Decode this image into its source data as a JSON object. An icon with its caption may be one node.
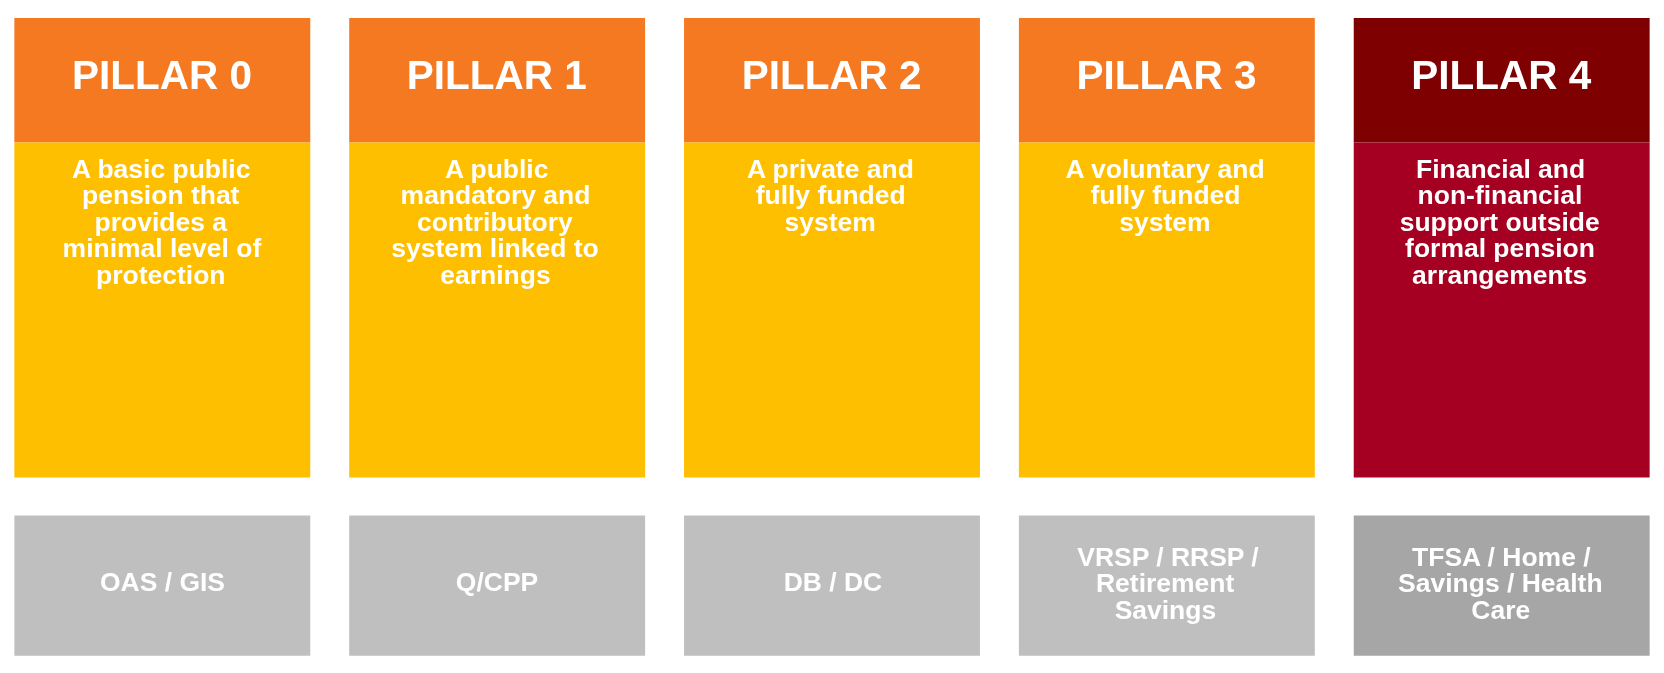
{
  "diagram": {
    "nodes": [
      {
        "text": [
          "PILLAR 0",
          "A basic public pension that provides a minimal level of protection"
        ]
      },
      {
        "text": [
          "PILLAR 1",
          "A public mandatory and contributory system linked to earnings"
        ]
      },
      {
        "text": [
          "PILLAR 2",
          "A private and fully funded system"
        ]
      },
      {
        "text": [
          "PILLAR 3",
          "A voluntary and fully funded system"
        ]
      },
      {
        "text": [
          "PILLAR 4",
          "Financial and non-financial support outside formal pension arrangements"
        ]
      },
      {
        "text": [
          "OAS / GIS"
        ]
      },
      {
        "text": [
          "Q/CPP"
        ]
      },
      {
        "text": [
          "DB / DC"
        ]
      },
      {
        "text": [
          "VRSP / RRSP / Retirement Savings"
        ]
      },
      {
        "text": [
          "TFSA / Home / Savings / Health Care"
        ]
      }
    ]
  }
}
